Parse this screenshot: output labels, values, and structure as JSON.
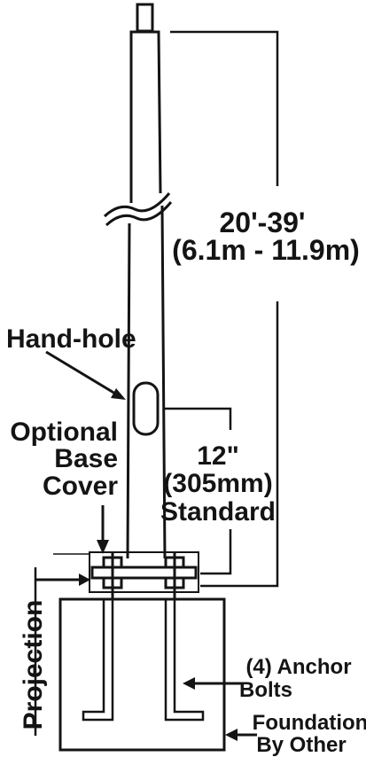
{
  "labels": {
    "height_range": "20'-39'",
    "height_metric": "(6.1m - 11.9m)",
    "hand_hole": "Hand-hole",
    "optional_line1": "Optional",
    "optional_line2": "Base",
    "optional_line3": "Cover",
    "offset_line1": "12\"",
    "offset_line2": "(305mm)",
    "offset_line3": "Standard",
    "projection": "Projection",
    "anchor_line1": "(4) Anchor",
    "anchor_line2": "Bolts",
    "foundation_line1": "Foundation",
    "foundation_line2": "By Other"
  },
  "colors": {
    "ink": "#141414",
    "paper": "#ffffff"
  }
}
